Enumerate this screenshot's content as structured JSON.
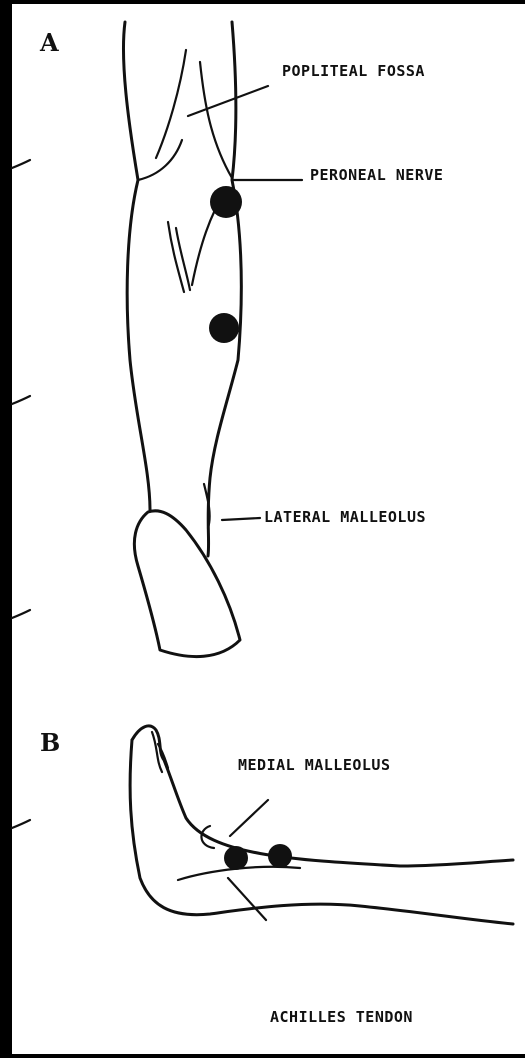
{
  "figure": {
    "panel_a": {
      "letter": "A",
      "labels": {
        "popliteal_fossa": "POPLITEAL FOSSA",
        "peroneal_nerve": "PERONEAL NERVE",
        "lateral_malleolus": "LATERAL MALLEOLUS"
      }
    },
    "panel_b": {
      "letter": "B",
      "labels": {
        "medial_malleolus": "MEDIAL MALLEOLUS",
        "achilles_tendon": "ACHILLES TENDON"
      }
    },
    "colors": {
      "ink": "#111111",
      "paper": "#ffffff",
      "background": "#000000"
    }
  }
}
